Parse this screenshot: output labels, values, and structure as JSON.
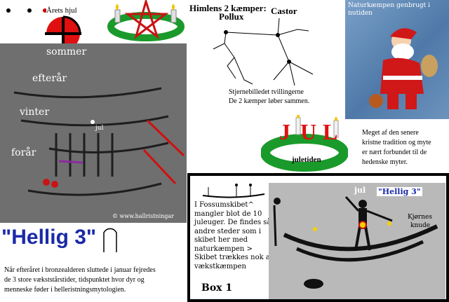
{
  "aarets_hjul": {
    "label": "Årets hjul"
  },
  "himlen": {
    "title": "Himlens 2 kæmper:",
    "pollux": "Pollux",
    "castor": "Castor"
  },
  "stjernebilledet": {
    "line1": "Stjernebilledet tvillingerne",
    "line2": "De 2 kæmper løber sammen."
  },
  "naturkaempen": {
    "caption_line1": "Naturkæmpen genbrugt i",
    "caption_line2": "nutiden"
  },
  "petroglyph_main": {
    "labels": {
      "sommer": "sommer",
      "efteraar": "efterår",
      "vinter": "vinter",
      "foraar": "forår",
      "jul": "jul"
    },
    "credit": "© www.hallristningar"
  },
  "jul": {
    "letters": [
      "J",
      "U",
      "L"
    ],
    "subtitle": "juletiden"
  },
  "nordic": {
    "line1": "Meget af den senere",
    "line2": "kristne tradition og myte",
    "line3": "er nært forbundet til de",
    "line4": "hedenske myter."
  },
  "hellig3": {
    "title": "\"Hellig 3\""
  },
  "bottom_text": {
    "line1": "Når efteråret i bronzealderen sluttede i januar fejredes",
    "line2": "de 3 store vækststårstider, tidspunktet hvor dyr og",
    "line3": "menneske føder i helleristningsmytologien."
  },
  "box1": {
    "label": "Box 1",
    "text_lines": [
      "I Fossumskibet^",
      "mangler blot de 10",
      "juleuger. De findes så",
      "andre steder som i",
      "skibet her med",
      "naturkæmpen >",
      "Skibet trækkes nok af",
      "vækstkæmpen"
    ],
    "photo_labels": {
      "jul": "jul",
      "hellig3": "\"Hellig 3\"",
      "kjoernes_line1": "Kjørnes",
      "kjoernes_line2": "knude"
    }
  },
  "colors": {
    "red": "#e01010",
    "green": "#1a9a2a",
    "blue": "#1a2aa8",
    "box_border": "#000000"
  }
}
